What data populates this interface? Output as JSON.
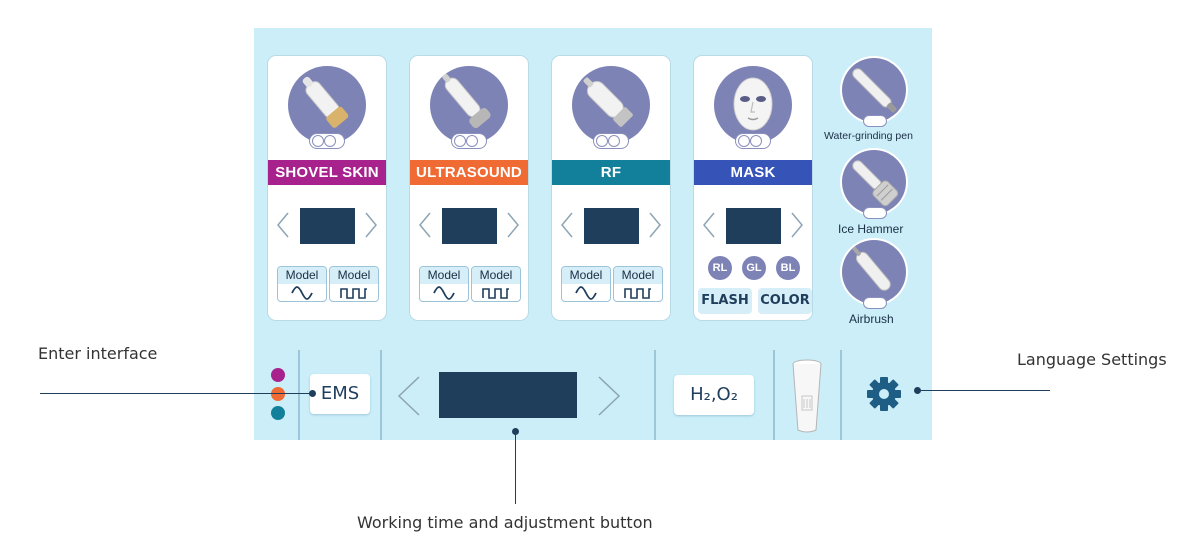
{
  "colors": {
    "screen_bg": "#cbeef9",
    "shovel_skin": "#a8228e",
    "ultrasound": "#f06b33",
    "rf": "#12809b",
    "mask": "#3653b8",
    "display": "#1f3e5c",
    "probe_circle": "#7d83b5",
    "dot_magenta": "#a8228e",
    "dot_orange": "#f06b33",
    "dot_teal": "#12809b"
  },
  "modes": [
    {
      "label": "SHOVEL SKIN",
      "icon": "shovel-skin-probe-icon",
      "model_buttons": [
        "Model",
        "Model"
      ]
    },
    {
      "label": "ULTRASOUND",
      "icon": "ultrasound-probe-icon",
      "model_buttons": [
        "Model",
        "Model"
      ]
    },
    {
      "label": "RF",
      "icon": "rf-probe-icon",
      "model_buttons": [
        "Model",
        "Model"
      ]
    },
    {
      "label": "MASK",
      "icon": "face-mask-icon",
      "lights": [
        "RL",
        "GL",
        "BL"
      ],
      "actions": [
        "FLASH",
        "COLOR"
      ]
    }
  ],
  "side_tools": [
    {
      "label": "Water-grinding pen",
      "icon": "water-grinding-pen-icon"
    },
    {
      "label": "Ice Hammer",
      "icon": "ice-hammer-icon"
    },
    {
      "label": "Airbrush",
      "icon": "airbrush-icon"
    }
  ],
  "bottom_bar": {
    "ems_label": "EMS",
    "h2o2_label": "H₂,O₂",
    "settings_icon": "gear-icon",
    "cup_icon": "water-cup-icon"
  },
  "annotations": {
    "enter_interface": "Enter interface",
    "language_settings": "Language Settings",
    "working_time": "Working time and adjustment button"
  }
}
